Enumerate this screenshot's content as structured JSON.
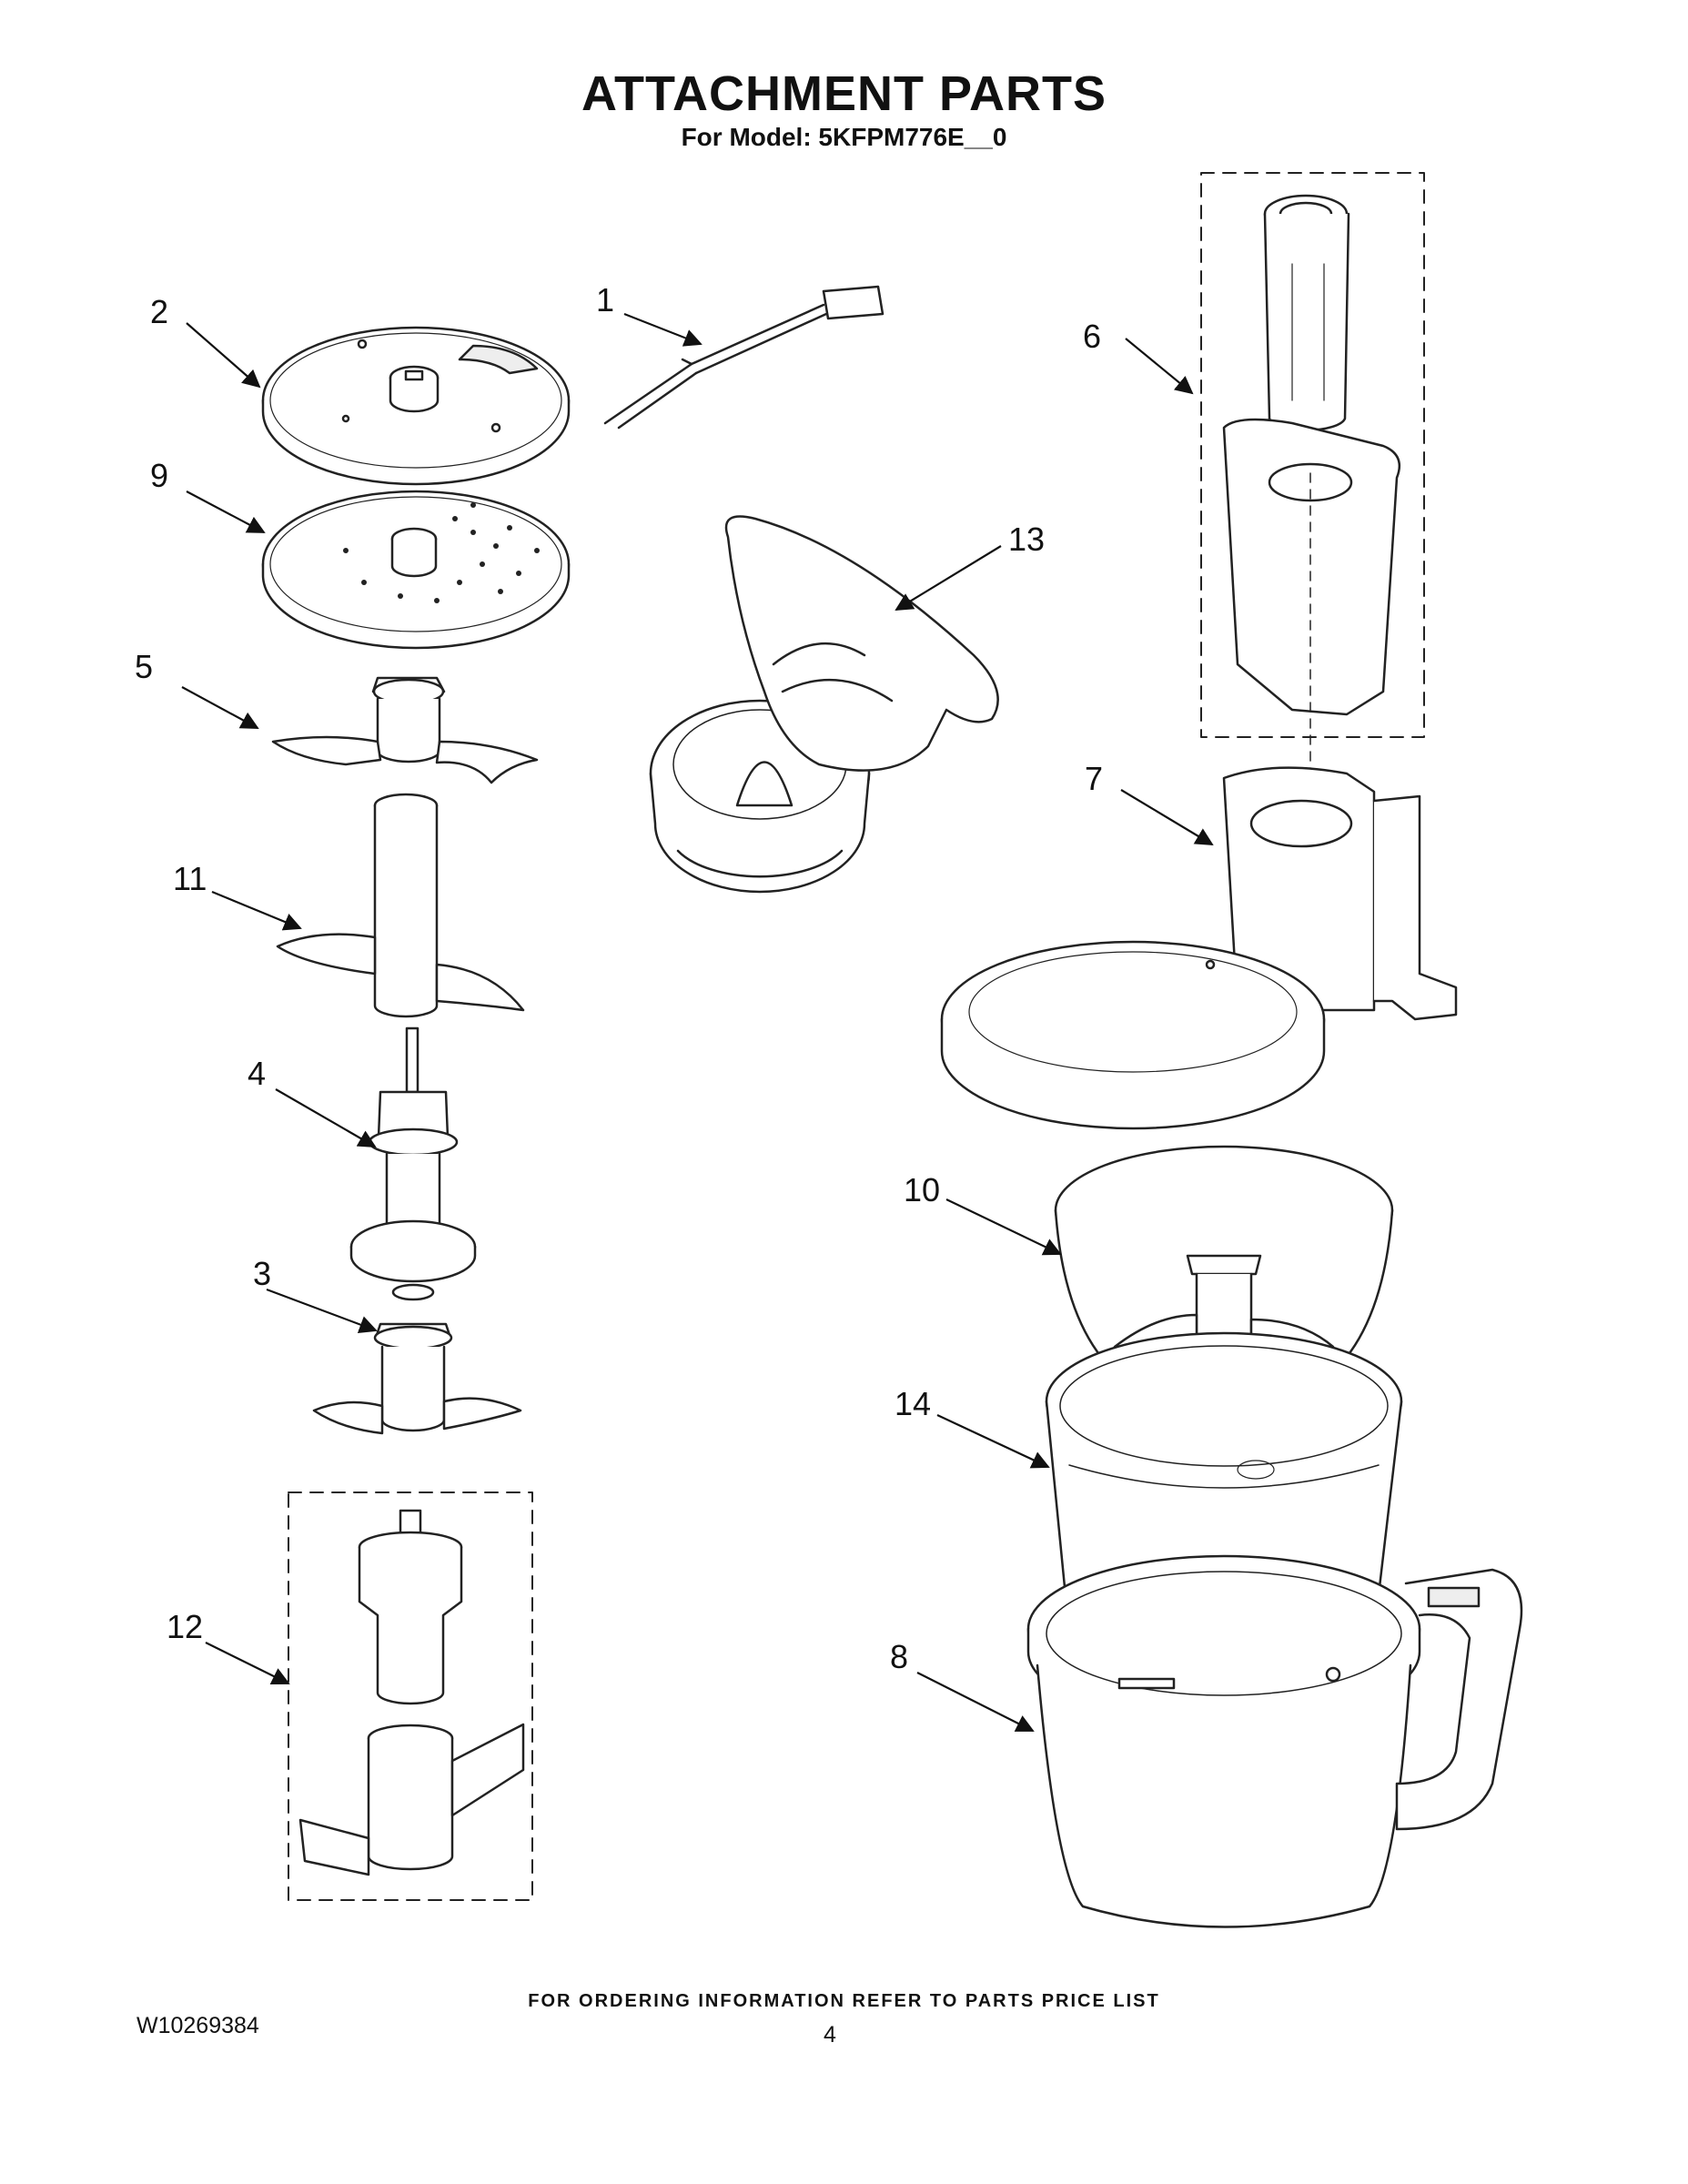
{
  "header": {
    "title": "ATTACHMENT PARTS",
    "subtitle": "For Model: 5KFPM776E__0"
  },
  "callouts": {
    "c1": "1",
    "c2": "2",
    "c3": "3",
    "c4": "4",
    "c5": "5",
    "c6": "6",
    "c7": "7",
    "c8": "8",
    "c9": "9",
    "c10": "10",
    "c11": "11",
    "c12": "12",
    "c13": "13",
    "c14": "14"
  },
  "footer": {
    "ordering_note": "FOR ORDERING INFORMATION REFER TO PARTS PRICE LIST",
    "document_number": "W10269384",
    "page_number": "4"
  }
}
